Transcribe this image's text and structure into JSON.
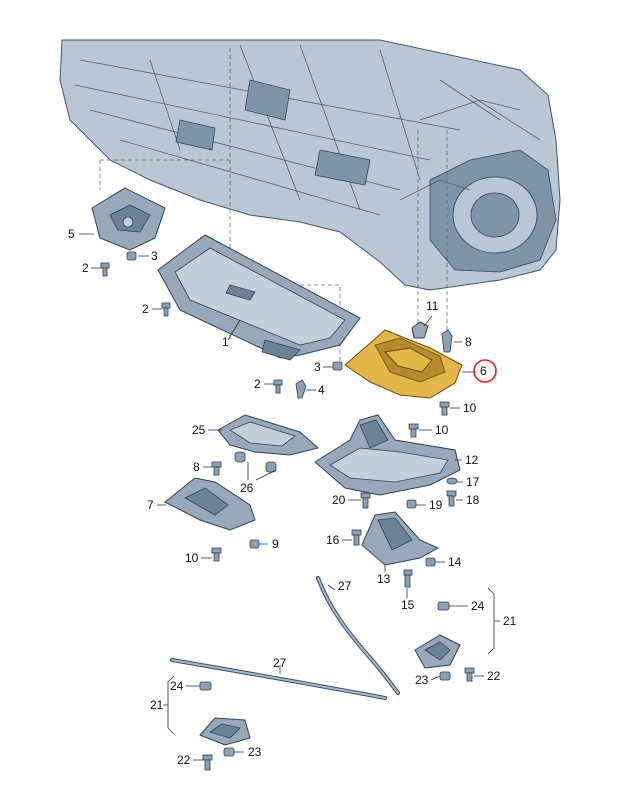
{
  "diagram": {
    "callouts": [
      {
        "id": "c1",
        "text": "1"
      },
      {
        "id": "c2a",
        "text": "2"
      },
      {
        "id": "c2b",
        "text": "2"
      },
      {
        "id": "c2c",
        "text": "2"
      },
      {
        "id": "c3a",
        "text": "3"
      },
      {
        "id": "c3b",
        "text": "3"
      },
      {
        "id": "c4",
        "text": "4"
      },
      {
        "id": "c5",
        "text": "5"
      },
      {
        "id": "c6",
        "text": "6"
      },
      {
        "id": "c7",
        "text": "7"
      },
      {
        "id": "c8a",
        "text": "8"
      },
      {
        "id": "c8b",
        "text": "8"
      },
      {
        "id": "c9",
        "text": "9"
      },
      {
        "id": "c10a",
        "text": "10"
      },
      {
        "id": "c10b",
        "text": "10"
      },
      {
        "id": "c10c",
        "text": "10"
      },
      {
        "id": "c11",
        "text": "11"
      },
      {
        "id": "c12",
        "text": "12"
      },
      {
        "id": "c13",
        "text": "13"
      },
      {
        "id": "c14",
        "text": "14"
      },
      {
        "id": "c15",
        "text": "15"
      },
      {
        "id": "c16",
        "text": "16"
      },
      {
        "id": "c17",
        "text": "17"
      },
      {
        "id": "c18",
        "text": "18"
      },
      {
        "id": "c19",
        "text": "19"
      },
      {
        "id": "c20",
        "text": "20"
      },
      {
        "id": "c21a",
        "text": "21"
      },
      {
        "id": "c21b",
        "text": "21"
      },
      {
        "id": "c22a",
        "text": "22"
      },
      {
        "id": "c22b",
        "text": "22"
      },
      {
        "id": "c23a",
        "text": "23"
      },
      {
        "id": "c23b",
        "text": "23"
      },
      {
        "id": "c24a",
        "text": "24"
      },
      {
        "id": "c24b",
        "text": "24"
      },
      {
        "id": "c25",
        "text": "25"
      },
      {
        "id": "c26",
        "text": "26"
      },
      {
        "id": "c27a",
        "text": "27"
      },
      {
        "id": "c27b",
        "text": "27"
      }
    ],
    "highlighted_part": "6",
    "colors": {
      "highlight": "#e2b648",
      "callout_ring": "#d8232a",
      "parts": "#97a8b9",
      "body": "#b9c7d5"
    }
  }
}
